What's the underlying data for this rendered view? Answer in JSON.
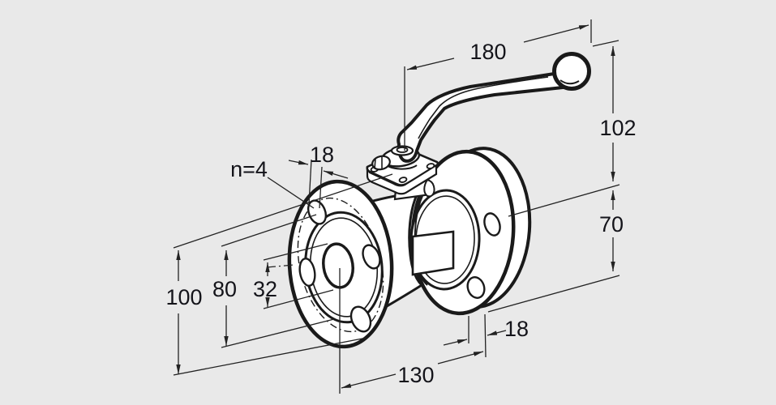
{
  "drawing": {
    "type": "technical-dimension-drawing",
    "subject": "flanged ball valve with lever handle, isometric view",
    "colors": {
      "background": "#e9e9e9",
      "outline": "#1a1a1a",
      "dimension_line": "#222222",
      "text": "#14141a"
    },
    "dimensions": {
      "handle_length": "180",
      "height_to_handle_top": "102",
      "height_body": "70",
      "bolt_count": "n=4",
      "bolt_hole_diameter": "18",
      "flange_outer_diameter": "100",
      "bolt_circle_diameter": "80",
      "bore_diameter": "32",
      "face_to_face_length": "130",
      "flange_thickness": "18"
    }
  }
}
